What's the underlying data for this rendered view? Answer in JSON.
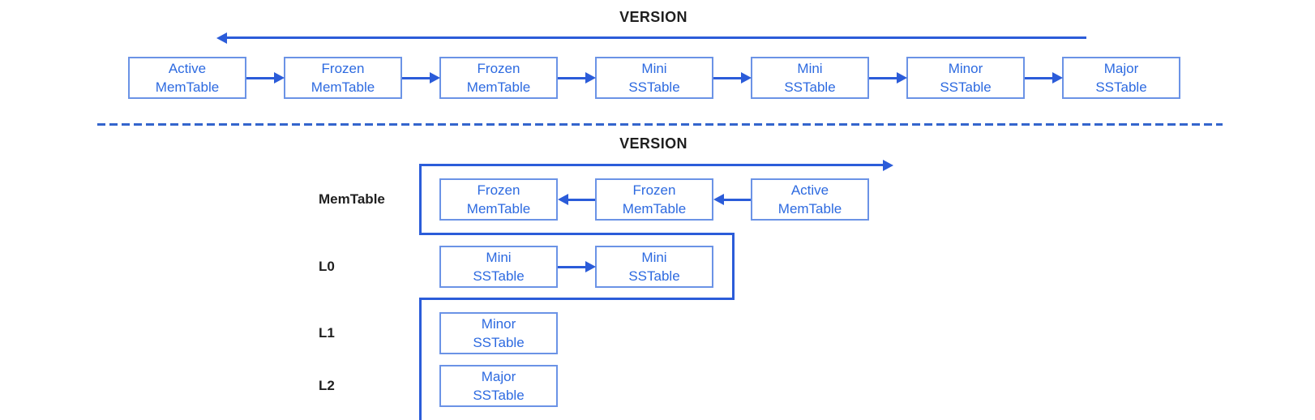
{
  "colors": {
    "node_border": "#6b93e6",
    "node_text": "#2d6ae0",
    "arrow_line": "#2b5cd9",
    "divider": "#3465cd",
    "title_text": "#1f1f1f"
  },
  "top_section": {
    "title": "VERSION",
    "version_arrow_direction": "left",
    "nodes": [
      {
        "label": "Active\nMemTable"
      },
      {
        "label": "Frozen\nMemTable"
      },
      {
        "label": "Frozen\nMemTable"
      },
      {
        "label": "Mini\nSSTable"
      },
      {
        "label": "Mini\nSSTable"
      },
      {
        "label": "Minor\nSSTable"
      },
      {
        "label": "Major\nSSTable"
      }
    ],
    "chain_arrow_direction": "right"
  },
  "bottom_section": {
    "title": "VERSION",
    "version_arrow_direction": "right",
    "rows": [
      {
        "label": "MemTable",
        "chain_arrow_direction": "left",
        "nodes": [
          {
            "label": "Frozen\nMemTable"
          },
          {
            "label": "Frozen\nMemTable"
          },
          {
            "label": "Active\nMemTable"
          }
        ]
      },
      {
        "label": "L0",
        "chain_arrow_direction": "right",
        "nodes": [
          {
            "label": "Mini\nSSTable"
          },
          {
            "label": "Mini\nSSTable"
          }
        ]
      },
      {
        "label": "L1",
        "nodes": [
          {
            "label": "Minor\nSSTable"
          }
        ]
      },
      {
        "label": "L2",
        "nodes": [
          {
            "label": "Major\nSSTable"
          }
        ]
      }
    ]
  }
}
